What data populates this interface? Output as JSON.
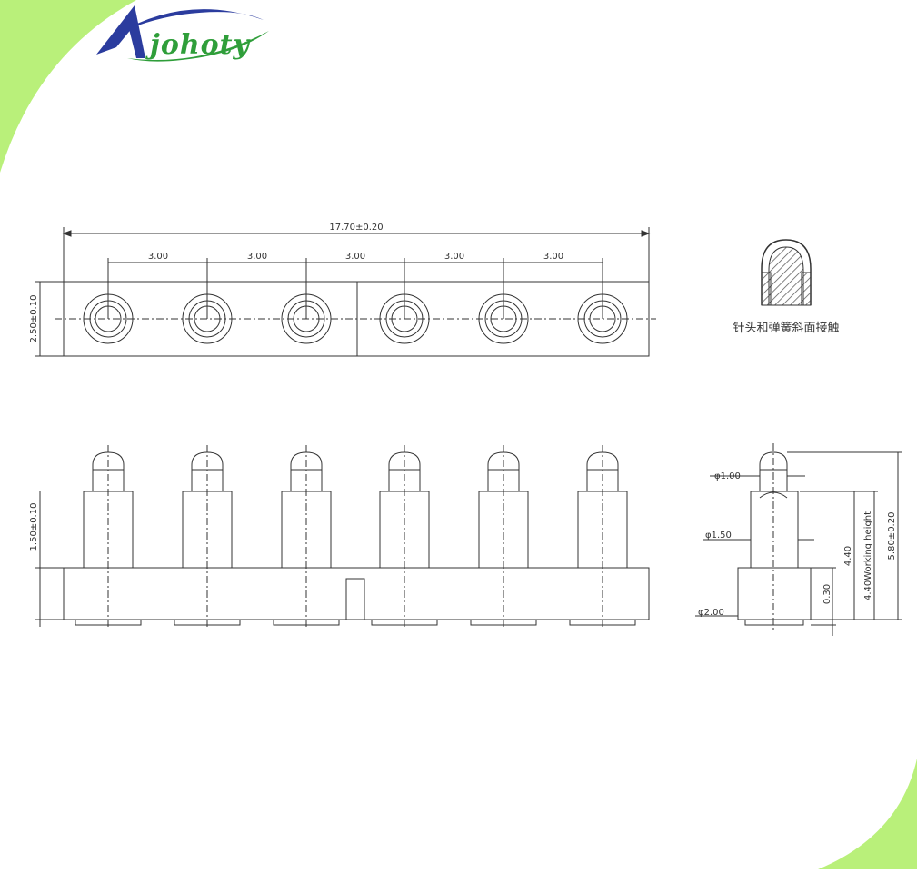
{
  "brand": {
    "name": "johoty"
  },
  "top_view": {
    "overall_width": "17.70±0.20",
    "pitch_labels": [
      "3.00",
      "3.00",
      "3.00",
      "3.00",
      "3.00"
    ],
    "height": "2.50±0.10",
    "pin_count": 6
  },
  "detail": {
    "caption": "针头和弹簧斜面接触"
  },
  "front_view": {
    "base_height": "1.50±0.10"
  },
  "side_view": {
    "tip_diameter": "φ1.00",
    "barrel_diameter": "φ1.50",
    "base_diameter": "φ2.00",
    "dim_030": "0.30",
    "dim_440": "4.40",
    "working_height": "4.40Working height",
    "total_height": "5.80±0.20"
  },
  "colors": {
    "corner_green": "#b9f07a",
    "logo_blue": "#2b3c9e",
    "logo_green": "#2f9e3a",
    "line": "#333333"
  }
}
